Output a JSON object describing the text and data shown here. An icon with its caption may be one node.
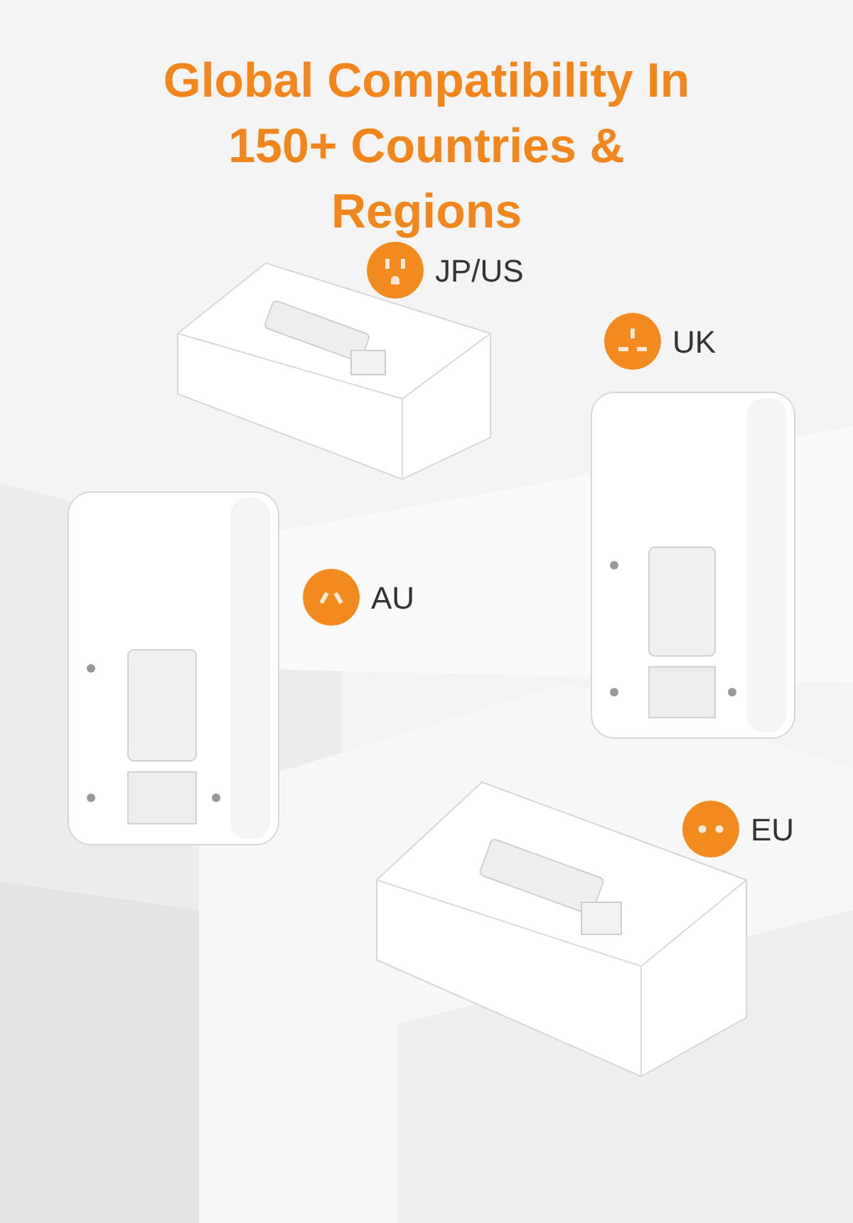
{
  "diagram": {
    "title": "Global Compatibility In 150+ Countries & Regions",
    "labels": [
      "JP/US",
      "UK",
      "AU",
      "EU"
    ]
  }
}
